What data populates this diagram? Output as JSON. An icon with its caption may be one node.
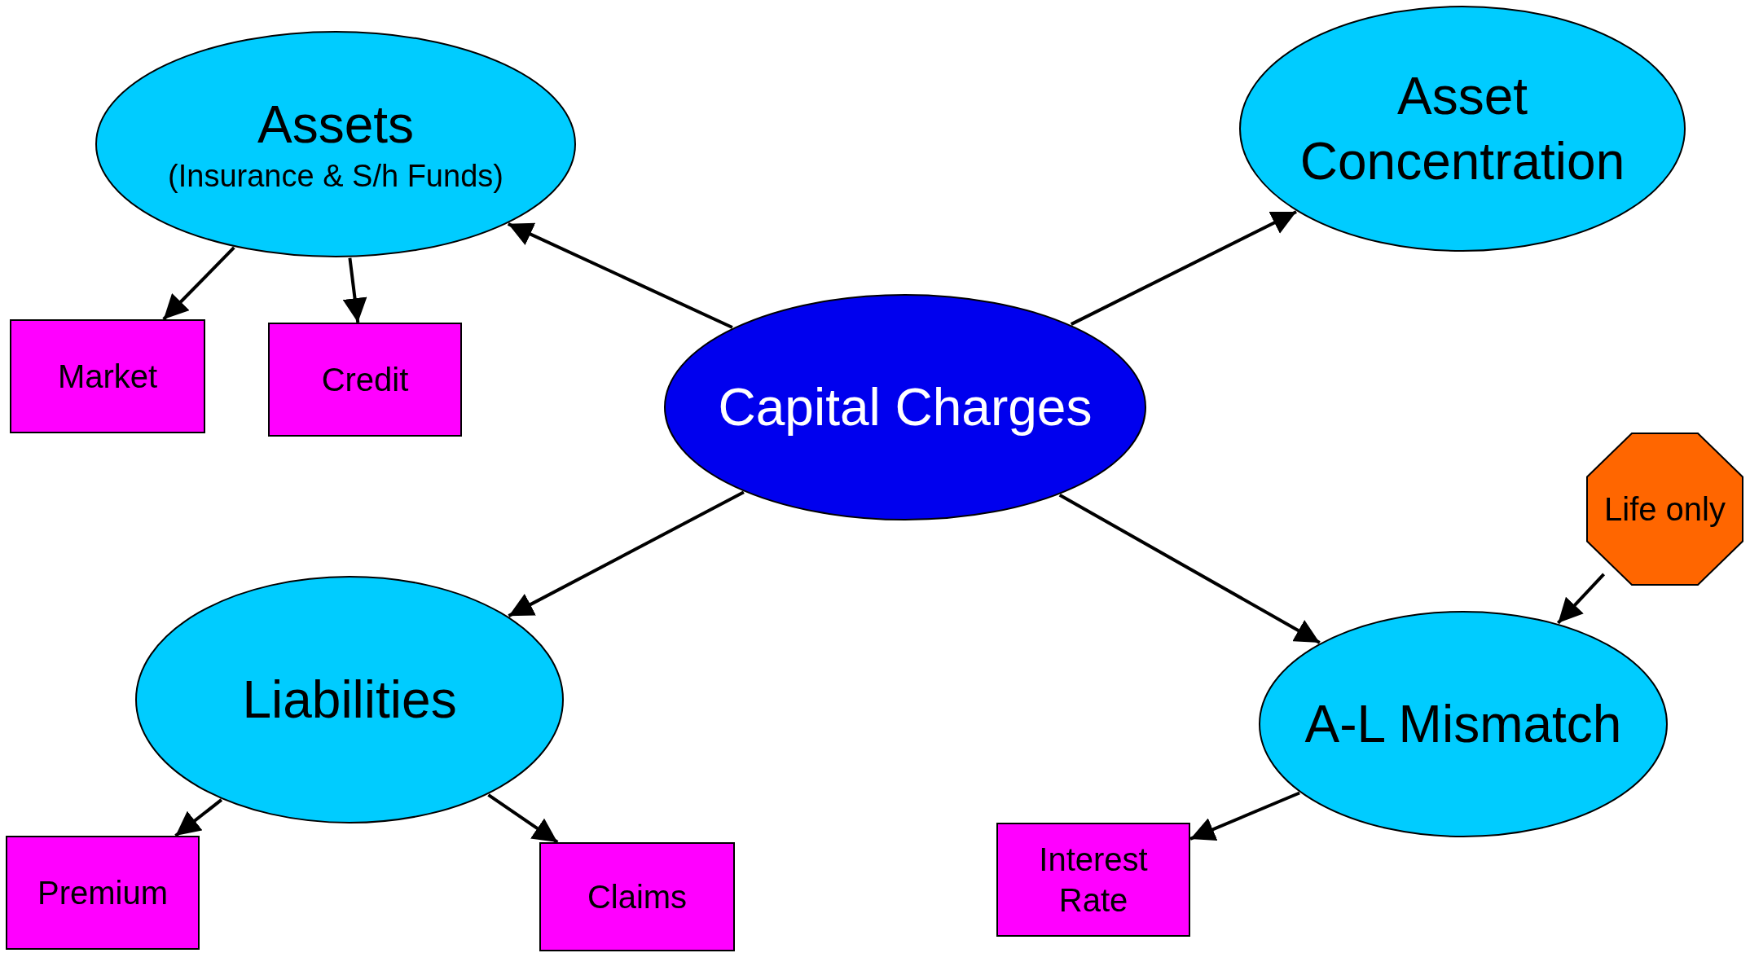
{
  "diagram": {
    "nodes": [
      {
        "text": [
          "Capital Charges"
        ]
      },
      {
        "text": [
          "Assets",
          "(Insurance & S/h Funds)"
        ]
      },
      {
        "text": [
          "Asset Concentration"
        ]
      },
      {
        "text": [
          "Liabilities"
        ]
      },
      {
        "text": [
          "A-L Mismatch"
        ]
      },
      {
        "text": [
          "Market"
        ]
      },
      {
        "text": [
          "Credit"
        ]
      },
      {
        "text": [
          "Premium"
        ]
      },
      {
        "text": [
          "Claims"
        ]
      },
      {
        "text": [
          "Interest Rate"
        ]
      },
      {
        "text": [
          "Life only"
        ]
      }
    ],
    "edges": [
      {
        "from": 0,
        "to": 1,
        "arrow": "to"
      },
      {
        "from": 0,
        "to": 2,
        "arrow": "to"
      },
      {
        "from": 0,
        "to": 3,
        "arrow": "to"
      },
      {
        "from": 0,
        "to": 4,
        "arrow": "to"
      },
      {
        "from": 1,
        "to": 5,
        "arrow": "to"
      },
      {
        "from": 1,
        "to": 6,
        "arrow": "to"
      },
      {
        "from": 3,
        "to": 7,
        "arrow": "to"
      },
      {
        "from": 3,
        "to": 8,
        "arrow": "to"
      },
      {
        "from": 4,
        "to": 9,
        "arrow": "to"
      },
      {
        "from": 10,
        "to": 4,
        "arrow": "to"
      }
    ]
  }
}
